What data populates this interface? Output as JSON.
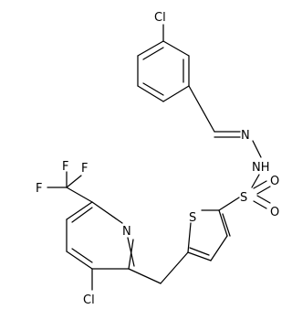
{
  "molecule": {
    "atom_labels": {
      "cl_top": "Cl",
      "n_imine": "N",
      "nh": "NH",
      "s_sulfonyl": "S",
      "o_upper": "O",
      "o_lower": "O",
      "s_thiophene": "S",
      "n_pyridine": "N",
      "cl_bottom": "Cl",
      "f_top": "F",
      "f_left": "F",
      "f_right": "F"
    }
  },
  "colors": {
    "ink": "#000000",
    "background": "#ffffff"
  }
}
